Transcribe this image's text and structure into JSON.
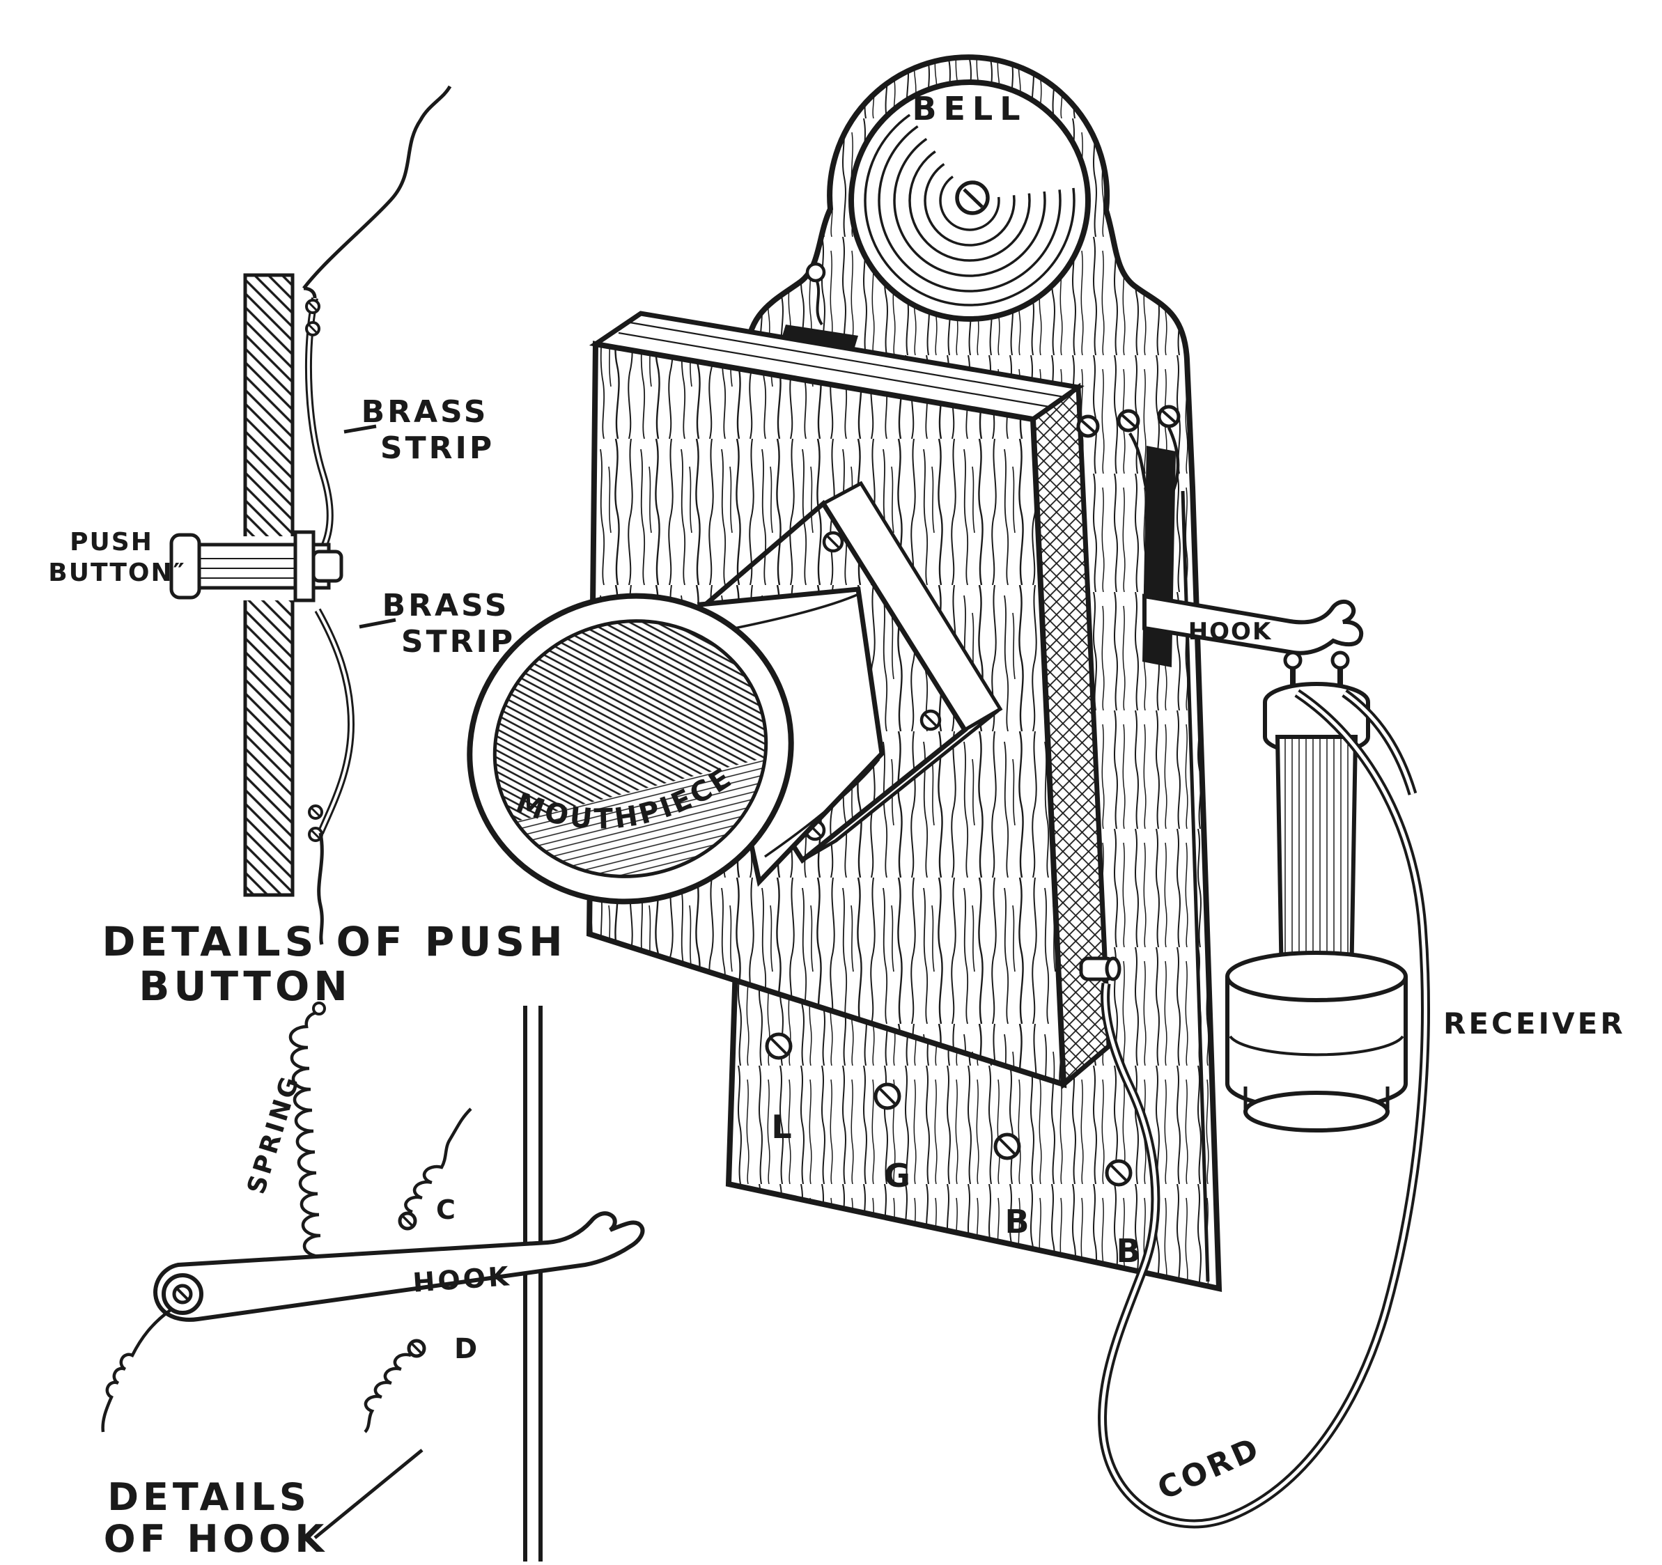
{
  "figure": {
    "main": {
      "bell_label": "BELL",
      "mouthpiece_label": "MOUTHPIECE",
      "hook_label": "HOOK",
      "receiver_label": "RECEIVER",
      "cord_label": "CORD",
      "terminals": [
        "L",
        "G",
        "B",
        "B"
      ]
    },
    "push_button_detail": {
      "caption": [
        "DETAILS OF PUSH",
        "BUTTON"
      ],
      "push_button_label": [
        "PUSH",
        "BUTTON″"
      ],
      "brass_strip_upper": [
        "BRASS",
        "STRIP"
      ],
      "brass_strip_lower": [
        "BRASS",
        "STRIP"
      ]
    },
    "hook_detail": {
      "caption": [
        "DETAILS",
        "OF HOOK"
      ],
      "spring_label": "SPRING",
      "hook_label": "HOOK",
      "contact_c": "C",
      "contact_d": "D"
    },
    "colors": {
      "ink": "#1a1a1a",
      "paper": "#ffffff"
    }
  }
}
